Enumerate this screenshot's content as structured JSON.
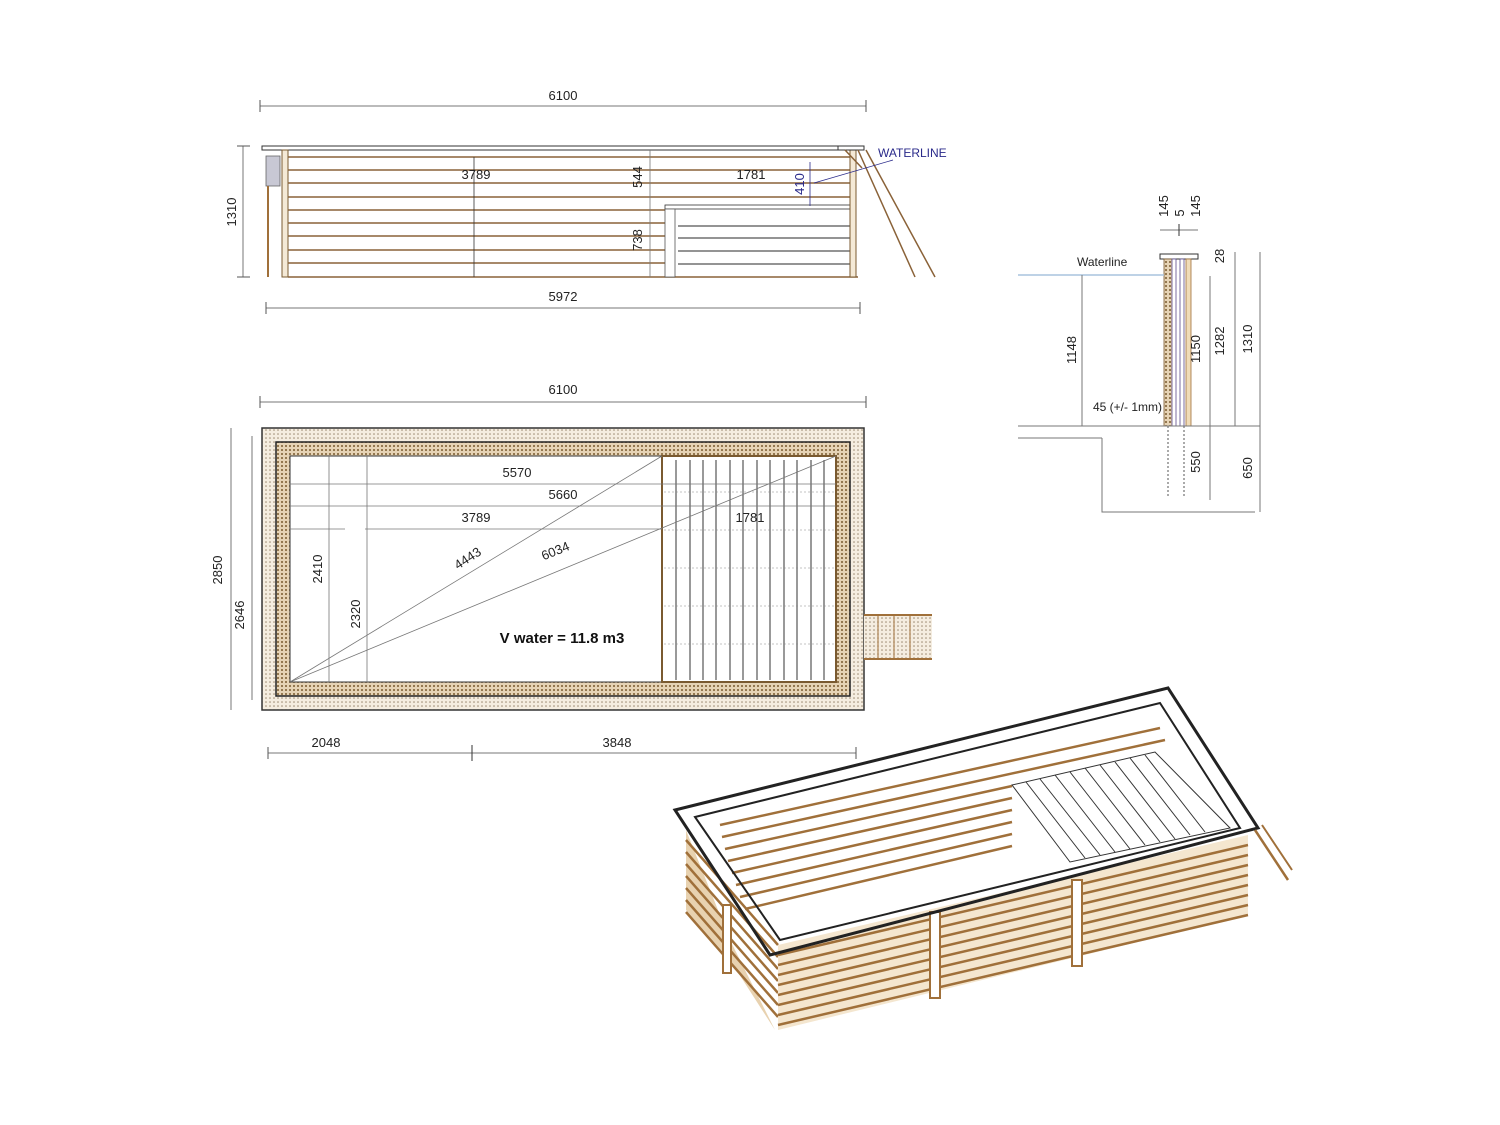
{
  "colors": {
    "wood": "#a0703a",
    "wood_light": "#d9c3a0",
    "line": "#333333",
    "dim_line": "#777777",
    "waterline_label": "#2a2a8a",
    "waterline_line": "#a9c4de"
  },
  "side_elevation": {
    "overall_length_top": "6100",
    "overall_height": "1310",
    "inner_length_bottom": "5972",
    "deep_section_length": "3789",
    "shallow_section_length": "1781",
    "upper_step_height": "544",
    "lower_step_height": "738",
    "waterline_depth": "410",
    "waterline_label": "WATERLINE"
  },
  "wall_section": {
    "board_left": "145",
    "gap": "5",
    "board_right": "145",
    "waterline_label": "Waterline",
    "coping_height": "28",
    "water_depth": "1148",
    "liner_height": "1150",
    "wall_height": "1282",
    "total_height": "1310",
    "tolerance_label": "45 (+/- 1mm)",
    "post_embed_depth": "550",
    "foundation_depth": "650"
  },
  "plan_view": {
    "overall_length": "6100",
    "overall_width": "2850",
    "inner_width": "2646",
    "inner_length_a": "5570",
    "inner_length_b": "5660",
    "deep_section_length": "3789",
    "shallow_section_length": "1781",
    "width_a": "2410",
    "width_b": "2320",
    "diagonal_a": "4443",
    "diagonal_b": "6034",
    "volume_label": "V water = 11.8 m3",
    "bottom_dim_left": "2048",
    "bottom_dim_right": "3848"
  },
  "isometric_view": {
    "label": "isometric-3d-pool-view"
  }
}
